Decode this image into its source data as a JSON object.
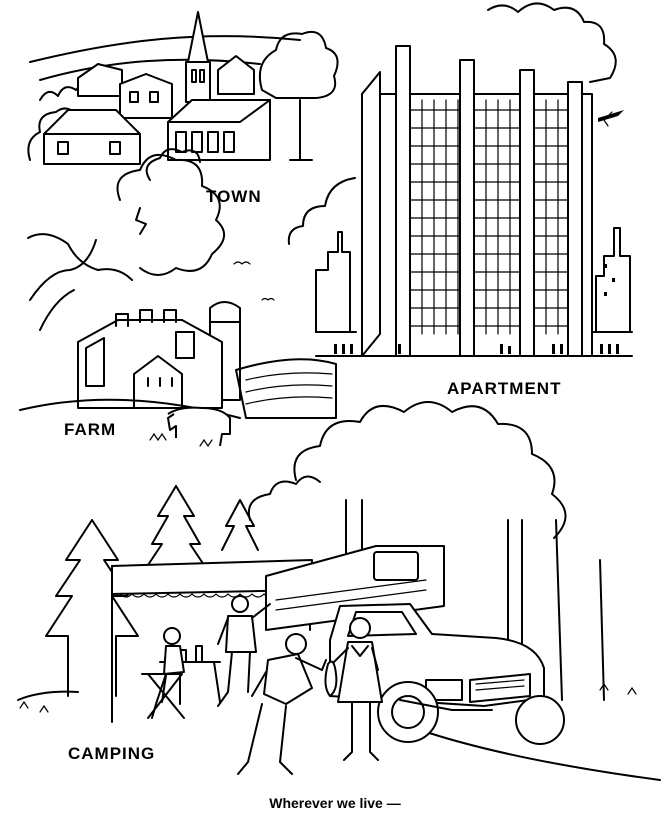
{
  "labels": {
    "town": "TOWN",
    "apartment": "APARTMENT",
    "farm": "FARM",
    "camping": "CAMPING"
  },
  "caption": "Wherever we live —",
  "colors": {
    "ink": "#000000",
    "paper": "#ffffff"
  }
}
